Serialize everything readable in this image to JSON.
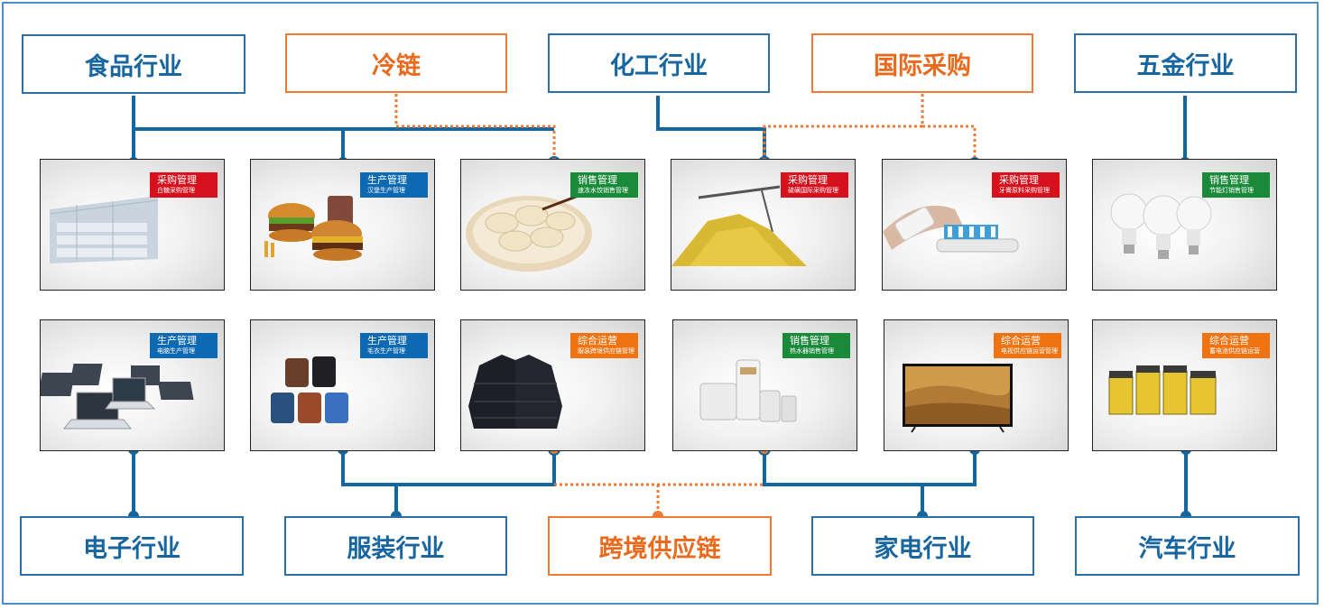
{
  "colors": {
    "blue": "#1466a0",
    "orange": "#ee7b35"
  },
  "industries_top": [
    {
      "label": "食品行业",
      "style": "blue"
    },
    {
      "label": "冷链",
      "style": "orange"
    },
    {
      "label": "化工行业",
      "style": "blue"
    },
    {
      "label": "国际采购",
      "style": "orange"
    },
    {
      "label": "五金行业",
      "style": "blue"
    }
  ],
  "industries_bottom": [
    {
      "label": "电子行业",
      "style": "blue"
    },
    {
      "label": "服装行业",
      "style": "blue"
    },
    {
      "label": "跨境供应链",
      "style": "orange"
    },
    {
      "label": "家电行业",
      "style": "blue"
    },
    {
      "label": "汽车行业",
      "style": "blue"
    }
  ],
  "cards_top": [
    {
      "tag": "采购管理",
      "sub": "白糖采购管理",
      "color": "red",
      "image": "sugar-warehouse"
    },
    {
      "tag": "生产管理",
      "sub": "汉堡生产管理",
      "color": "blue",
      "image": "burger"
    },
    {
      "tag": "销售管理",
      "sub": "速冻水饺销售管理",
      "color": "green",
      "image": "dumplings"
    },
    {
      "tag": "采购管理",
      "sub": "硫磺国际采购管理",
      "color": "red",
      "image": "sulfur-pile"
    },
    {
      "tag": "采购管理",
      "sub": "牙膏原料采购管理",
      "color": "red",
      "image": "toothpaste"
    },
    {
      "tag": "销售管理",
      "sub": "节能灯销售管理",
      "color": "green",
      "image": "light-bulbs"
    }
  ],
  "cards_bottom": [
    {
      "tag": "生产管理",
      "sub": "电脑生产管理",
      "color": "blue",
      "image": "laptops"
    },
    {
      "tag": "生产管理",
      "sub": "毛衣生产管理",
      "color": "blue",
      "image": "sweaters"
    },
    {
      "tag": "综合运营",
      "sub": "服装跨境供应链管理",
      "color": "orange",
      "image": "down-jackets"
    },
    {
      "tag": "销售管理",
      "sub": "热水器销售管理",
      "color": "green",
      "image": "water-heaters"
    },
    {
      "tag": "综合运营",
      "sub": "电视供应链运营管理",
      "color": "orange",
      "image": "television"
    },
    {
      "tag": "综合运营",
      "sub": "蓄电池供应链运营",
      "color": "orange",
      "image": "batteries"
    }
  ]
}
